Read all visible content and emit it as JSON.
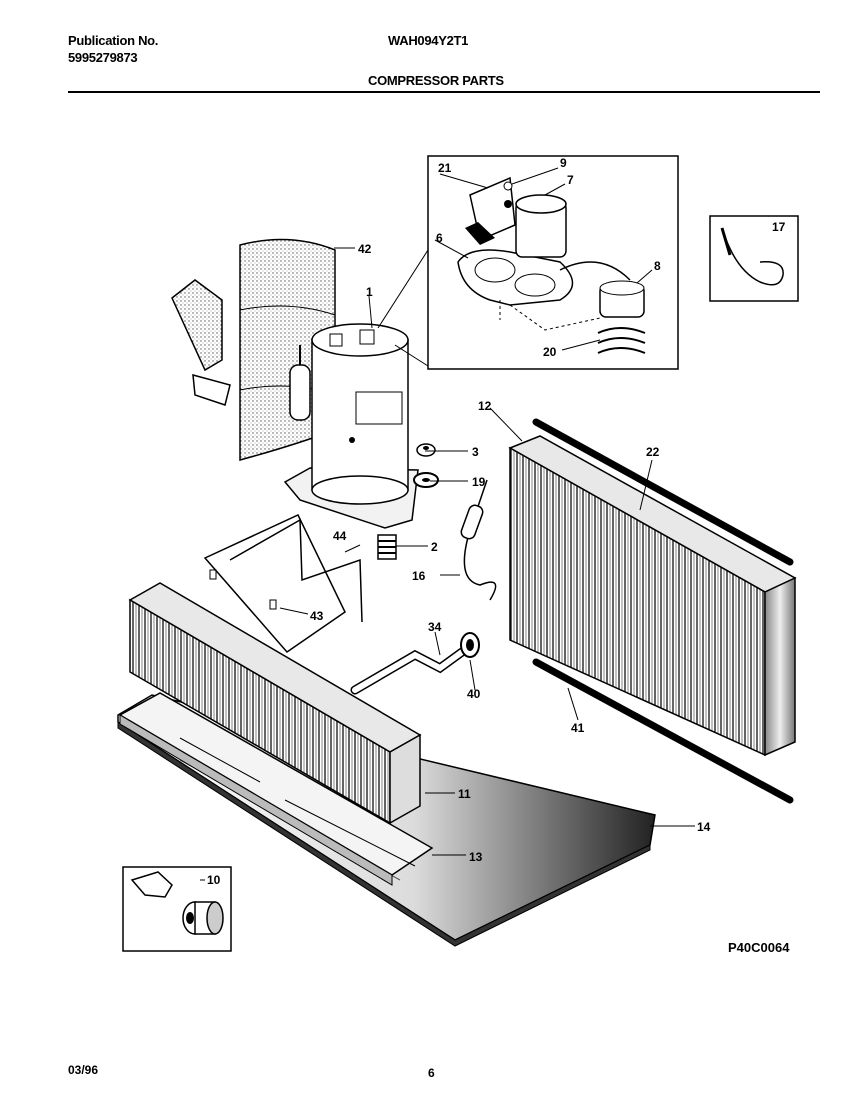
{
  "header": {
    "publication_label": "Publication No.",
    "publication_number": "5995279873",
    "model": "WAH094Y2T1",
    "title": "COMPRESSOR PARTS"
  },
  "diagram_code": "P40C0064",
  "footer": {
    "date": "03/96",
    "page": "6"
  },
  "part_labels": {
    "p1": "1",
    "p2": "2",
    "p3": "3",
    "p6": "6",
    "p7": "7",
    "p8": "8",
    "p9": "9",
    "p10": "10",
    "p11": "11",
    "p12": "12",
    "p13": "13",
    "p14": "14",
    "p16": "16",
    "p17": "17",
    "p19": "19",
    "p20": "20",
    "p21": "21",
    "p22": "22",
    "p34": "34",
    "p40": "40",
    "p41": "41",
    "p42": "42",
    "p43": "43",
    "p44": "44"
  }
}
